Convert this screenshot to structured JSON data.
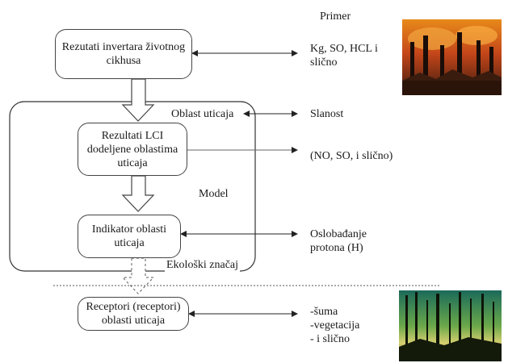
{
  "header": {
    "primer": "Primer"
  },
  "boxes": {
    "box1": [
      "Rezutati invertara životnog",
      "cikhusa"
    ],
    "box2": [
      "Rezultati LCI",
      "dodeljene oblastima",
      "uticaja"
    ],
    "box3": [
      "Indikator  oblasti",
      "uticaja"
    ],
    "box4": [
      "Receptori (receptori)",
      "oblasti uticaja"
    ]
  },
  "labels": {
    "oblast_uticaja": "Oblast uticaja",
    "model": "Model",
    "ekoloski_znacaj": "Ekološki značaj"
  },
  "examples": {
    "ex1": [
      "Kg, SO, HCL i",
      "slično"
    ],
    "ex2": "Slanost",
    "ex3": "(NO, SO, i slično)",
    "ex4": [
      "Oslobađanje",
      "protona (H)"
    ],
    "ex5": [
      "-šuma",
      "-vegetacija",
      "- i slično"
    ]
  },
  "images": {
    "top": "industrial-smokestacks-photo",
    "bottom": "dead-forest-photo"
  }
}
